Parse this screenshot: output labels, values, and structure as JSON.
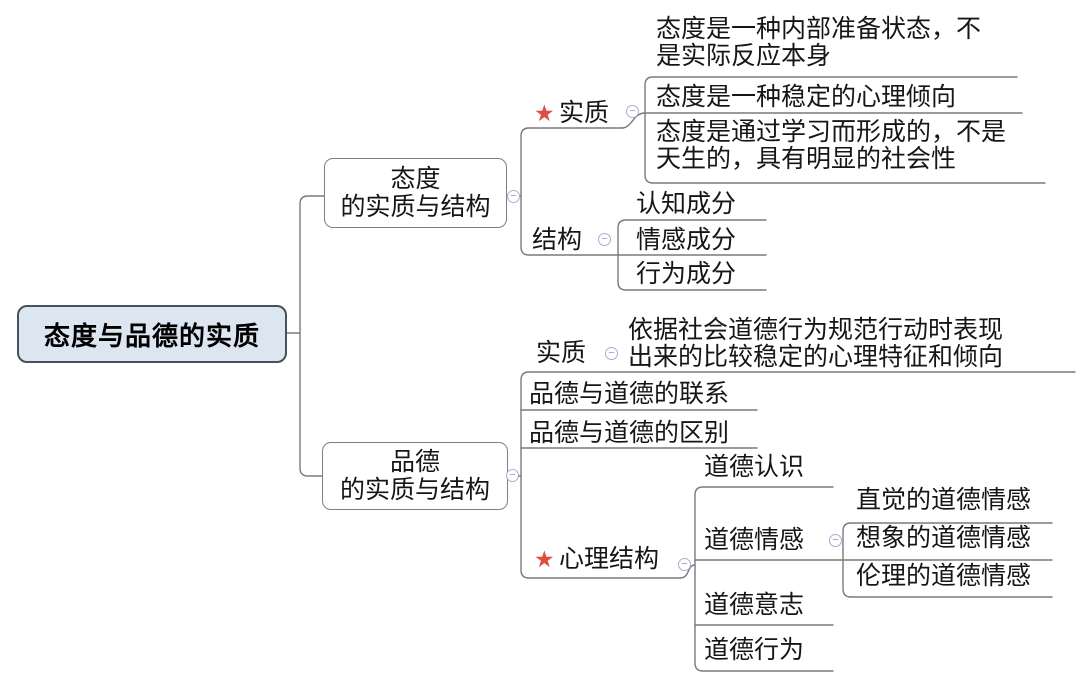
{
  "icons": {
    "star": "★",
    "collapse": "−"
  },
  "root": {
    "label": "态度与品德的实质"
  },
  "attitude": {
    "box": {
      "line1": "态度",
      "line2": "的实质与结构"
    },
    "essence": {
      "label": "实质",
      "item1": {
        "line1": "态度是一种内部准备状态，不",
        "line2": "是实际反应本身"
      },
      "item2": {
        "line1": "态度是一种稳定的心理倾向"
      },
      "item3": {
        "line1": "态度是通过学习而形成的，不是",
        "line2": "天生的，具有明显的社会性"
      }
    },
    "structure": {
      "label": "结构",
      "item1": "认知成分",
      "item2": "情感成分",
      "item3": "行为成分"
    }
  },
  "moral": {
    "box": {
      "line1": "品德",
      "line2": "的实质与结构"
    },
    "essence": {
      "label": "实质",
      "item": {
        "line1": "依据社会道德行为规范行动时表现",
        "line2": "出来的比较稳定的心理特征和倾向"
      }
    },
    "relation": "品德与道德的联系",
    "distinction": "品德与道德的区别",
    "psych": {
      "label": "心理结构",
      "item1": "道德认识",
      "item2": "道德情感",
      "item3": "道德意志",
      "item4": "道德行为",
      "emotion": {
        "item1": "直觉的道德情感",
        "item2": "想象的道德情感",
        "item3": "伦理的道德情感"
      }
    }
  }
}
